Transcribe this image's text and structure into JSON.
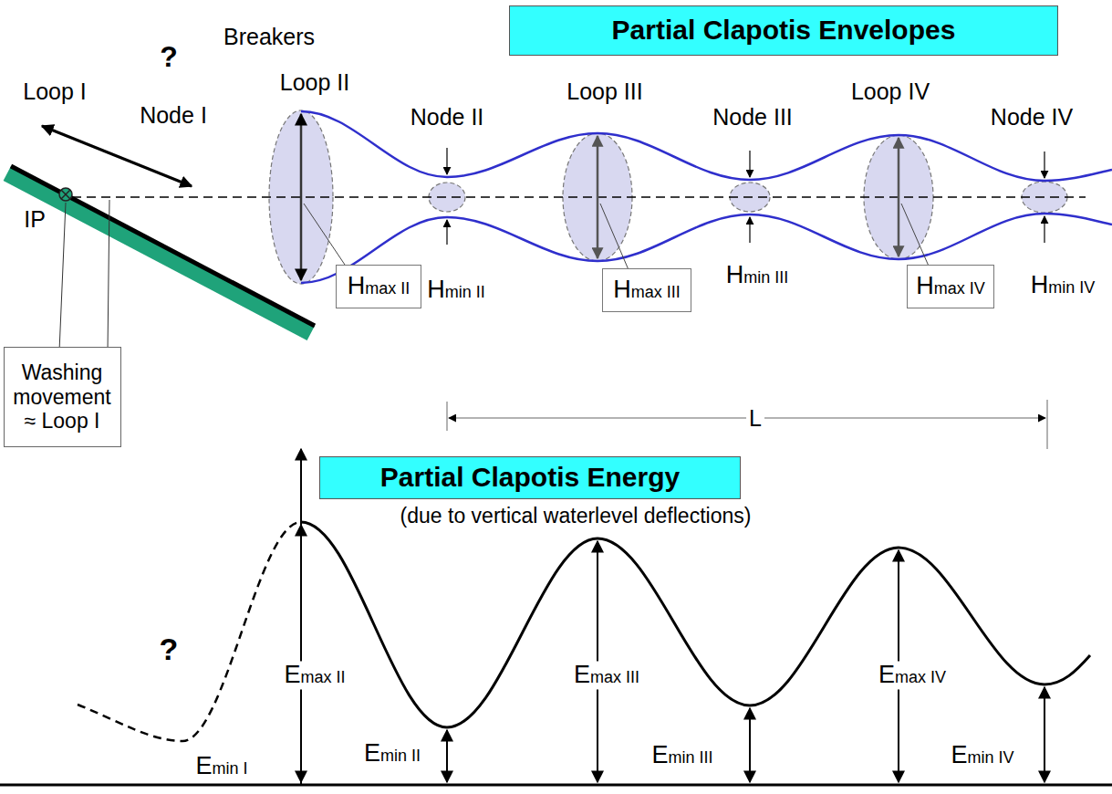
{
  "diagram": {
    "nodes": [
      {
        "text": [
          "Partial Clapotis Envelopes"
        ]
      },
      {
        "text": [
          "Washing movement ≈ Loop I"
        ]
      },
      {
        "text": [
          "Hmax II"
        ]
      },
      {
        "text": [
          "Hmax III"
        ]
      },
      {
        "text": [
          "Hmax IV"
        ]
      },
      {
        "text": [
          "Partial Clapotis Energy"
        ]
      }
    ],
    "labels": [
      "Breakers",
      "Loop I",
      "Loop II",
      "Loop III",
      "Loop IV",
      "Node I",
      "?",
      "Node II",
      "Node III",
      "Node IV",
      "IP",
      "Hmin II",
      "Hmin III",
      "Hmin IV",
      "L",
      "(due to vertical waterlevel deflections)",
      "?",
      "Emax II",
      "Emax III",
      "Emax IV",
      "Emin II",
      "Emin III",
      "Emin IV",
      "Emin I"
    ]
  }
}
